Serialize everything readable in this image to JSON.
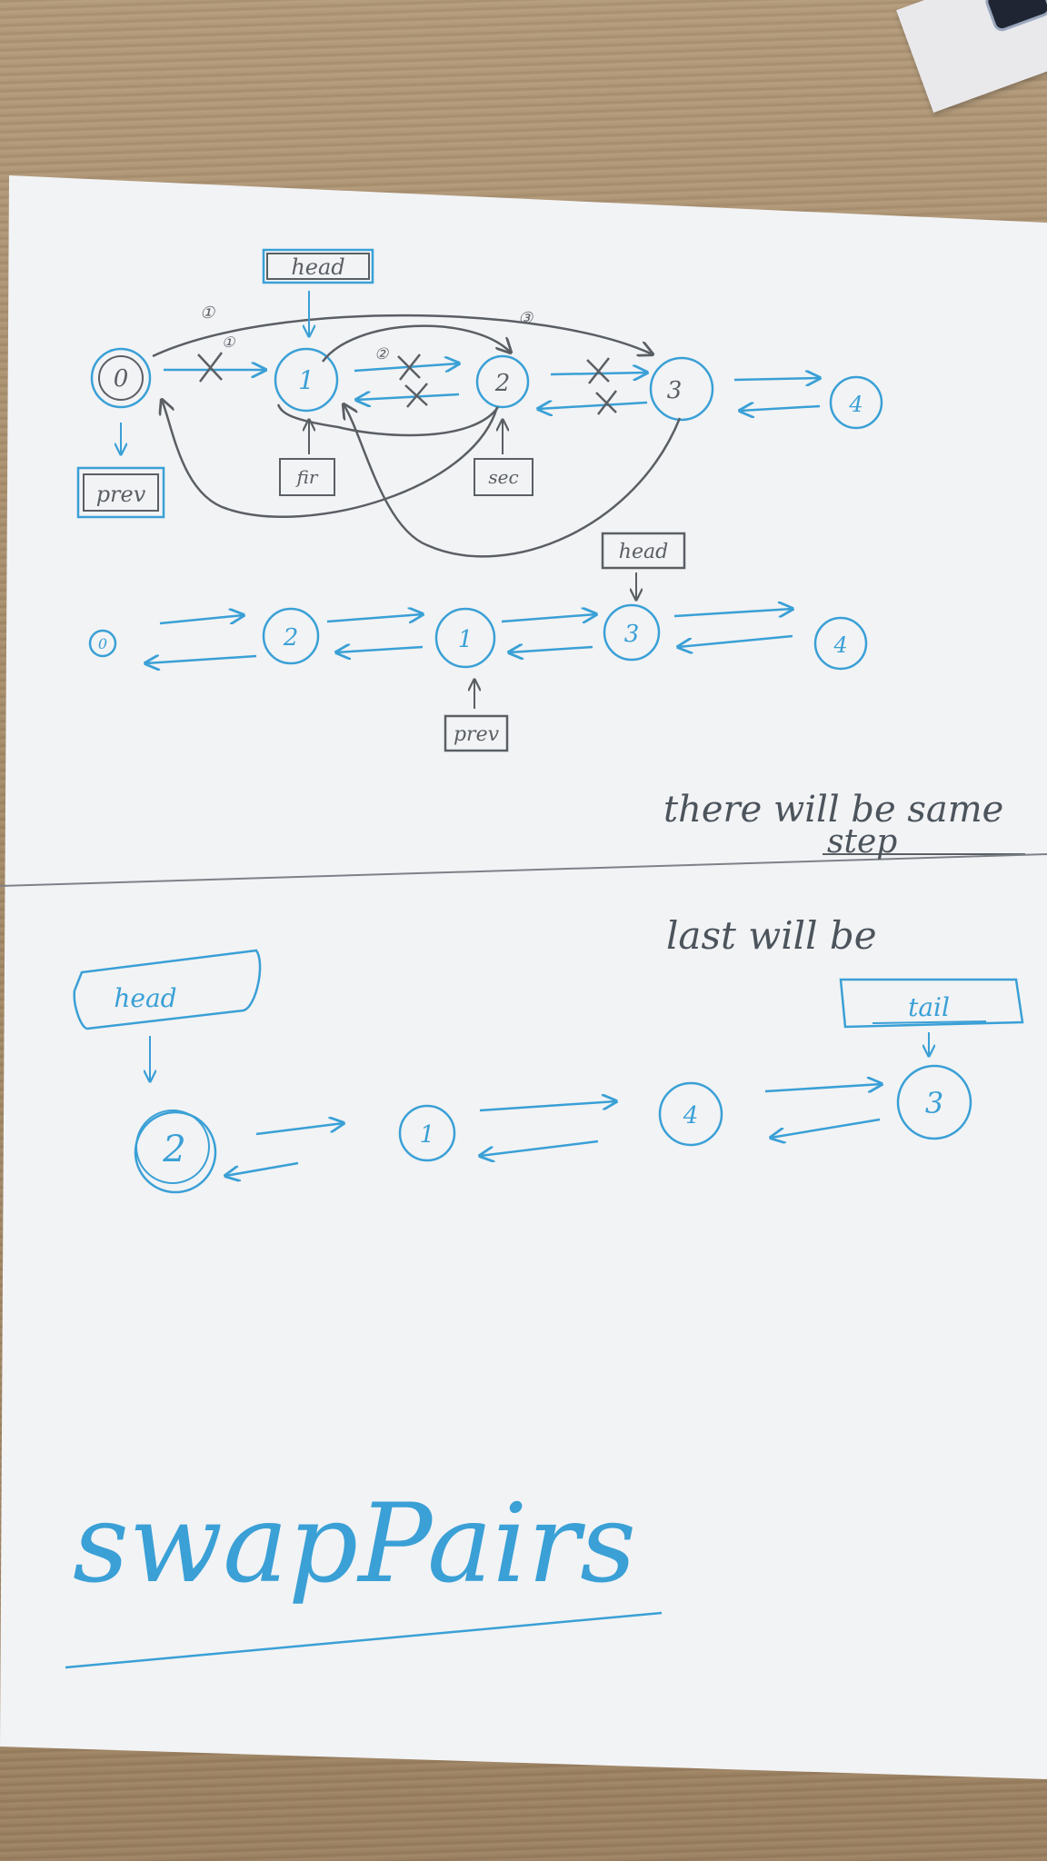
{
  "colors": {
    "pencil": "#5a5f64",
    "ink": "#3aa0d6",
    "paper": "#f2f3f5"
  },
  "diagram1": {
    "nodes": [
      "0",
      "1",
      "2",
      "3",
      "4"
    ],
    "labels": {
      "head": "head",
      "prev": "prev",
      "fir": "fir",
      "sec": "sec",
      "step1": "①",
      "step2": "②",
      "step3": "③"
    }
  },
  "diagram2": {
    "nodes": [
      "0",
      "2",
      "1",
      "3",
      "4"
    ],
    "labels": {
      "head": "head",
      "prev": "prev"
    }
  },
  "notes": {
    "same_step_line1": "there will be same",
    "same_step_line2": "step",
    "last_will_be": "last will be"
  },
  "diagram3": {
    "nodes": [
      "2",
      "1",
      "4",
      "3"
    ],
    "labels": {
      "head": "head",
      "tail": "tail"
    }
  },
  "title": "swapPairs"
}
